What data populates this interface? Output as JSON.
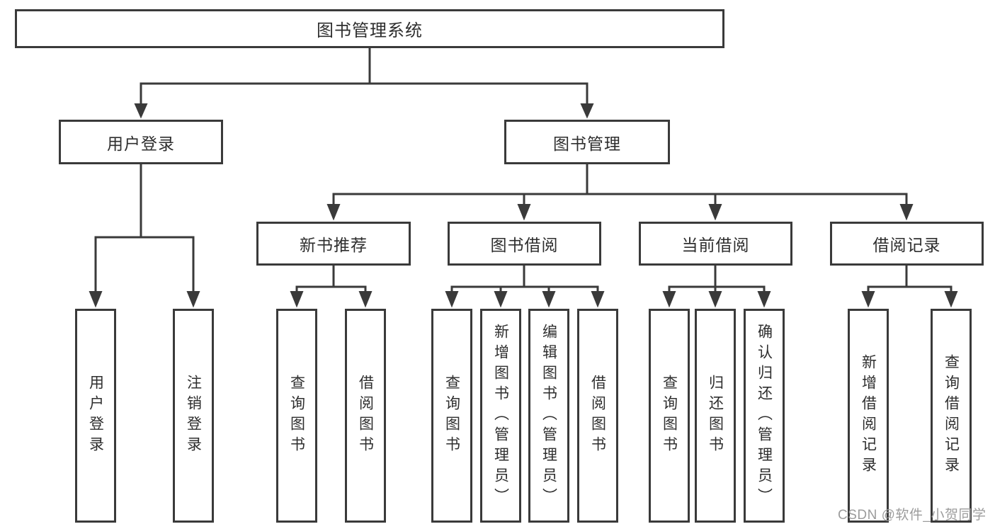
{
  "diagram": {
    "root_label": "图书管理系统",
    "branches": [
      {
        "label": "用户登录",
        "children": [
          "用户登录",
          "注销登录"
        ]
      },
      {
        "label": "图书管理",
        "modules": [
          {
            "label": "新书推荐",
            "children": [
              "查询图书",
              "借阅图书"
            ]
          },
          {
            "label": "图书借阅",
            "children": [
              "查询图书",
              "新增图书（管理员）",
              "编辑图书（管理员）",
              "借阅图书"
            ]
          },
          {
            "label": "当前借阅",
            "children": [
              "查询图书",
              "归还图书",
              "确认归还（管理员）"
            ]
          },
          {
            "label": "借阅记录",
            "children": [
              "新增借阅记录",
              "查询借阅记录"
            ]
          }
        ]
      }
    ]
  },
  "colors": {
    "line": "#3a3a3a",
    "text": "#2e2e2e",
    "watermark": "#9c9c9c",
    "background": "#ffffff"
  },
  "watermark": "CSDN @软件_小贺同学"
}
